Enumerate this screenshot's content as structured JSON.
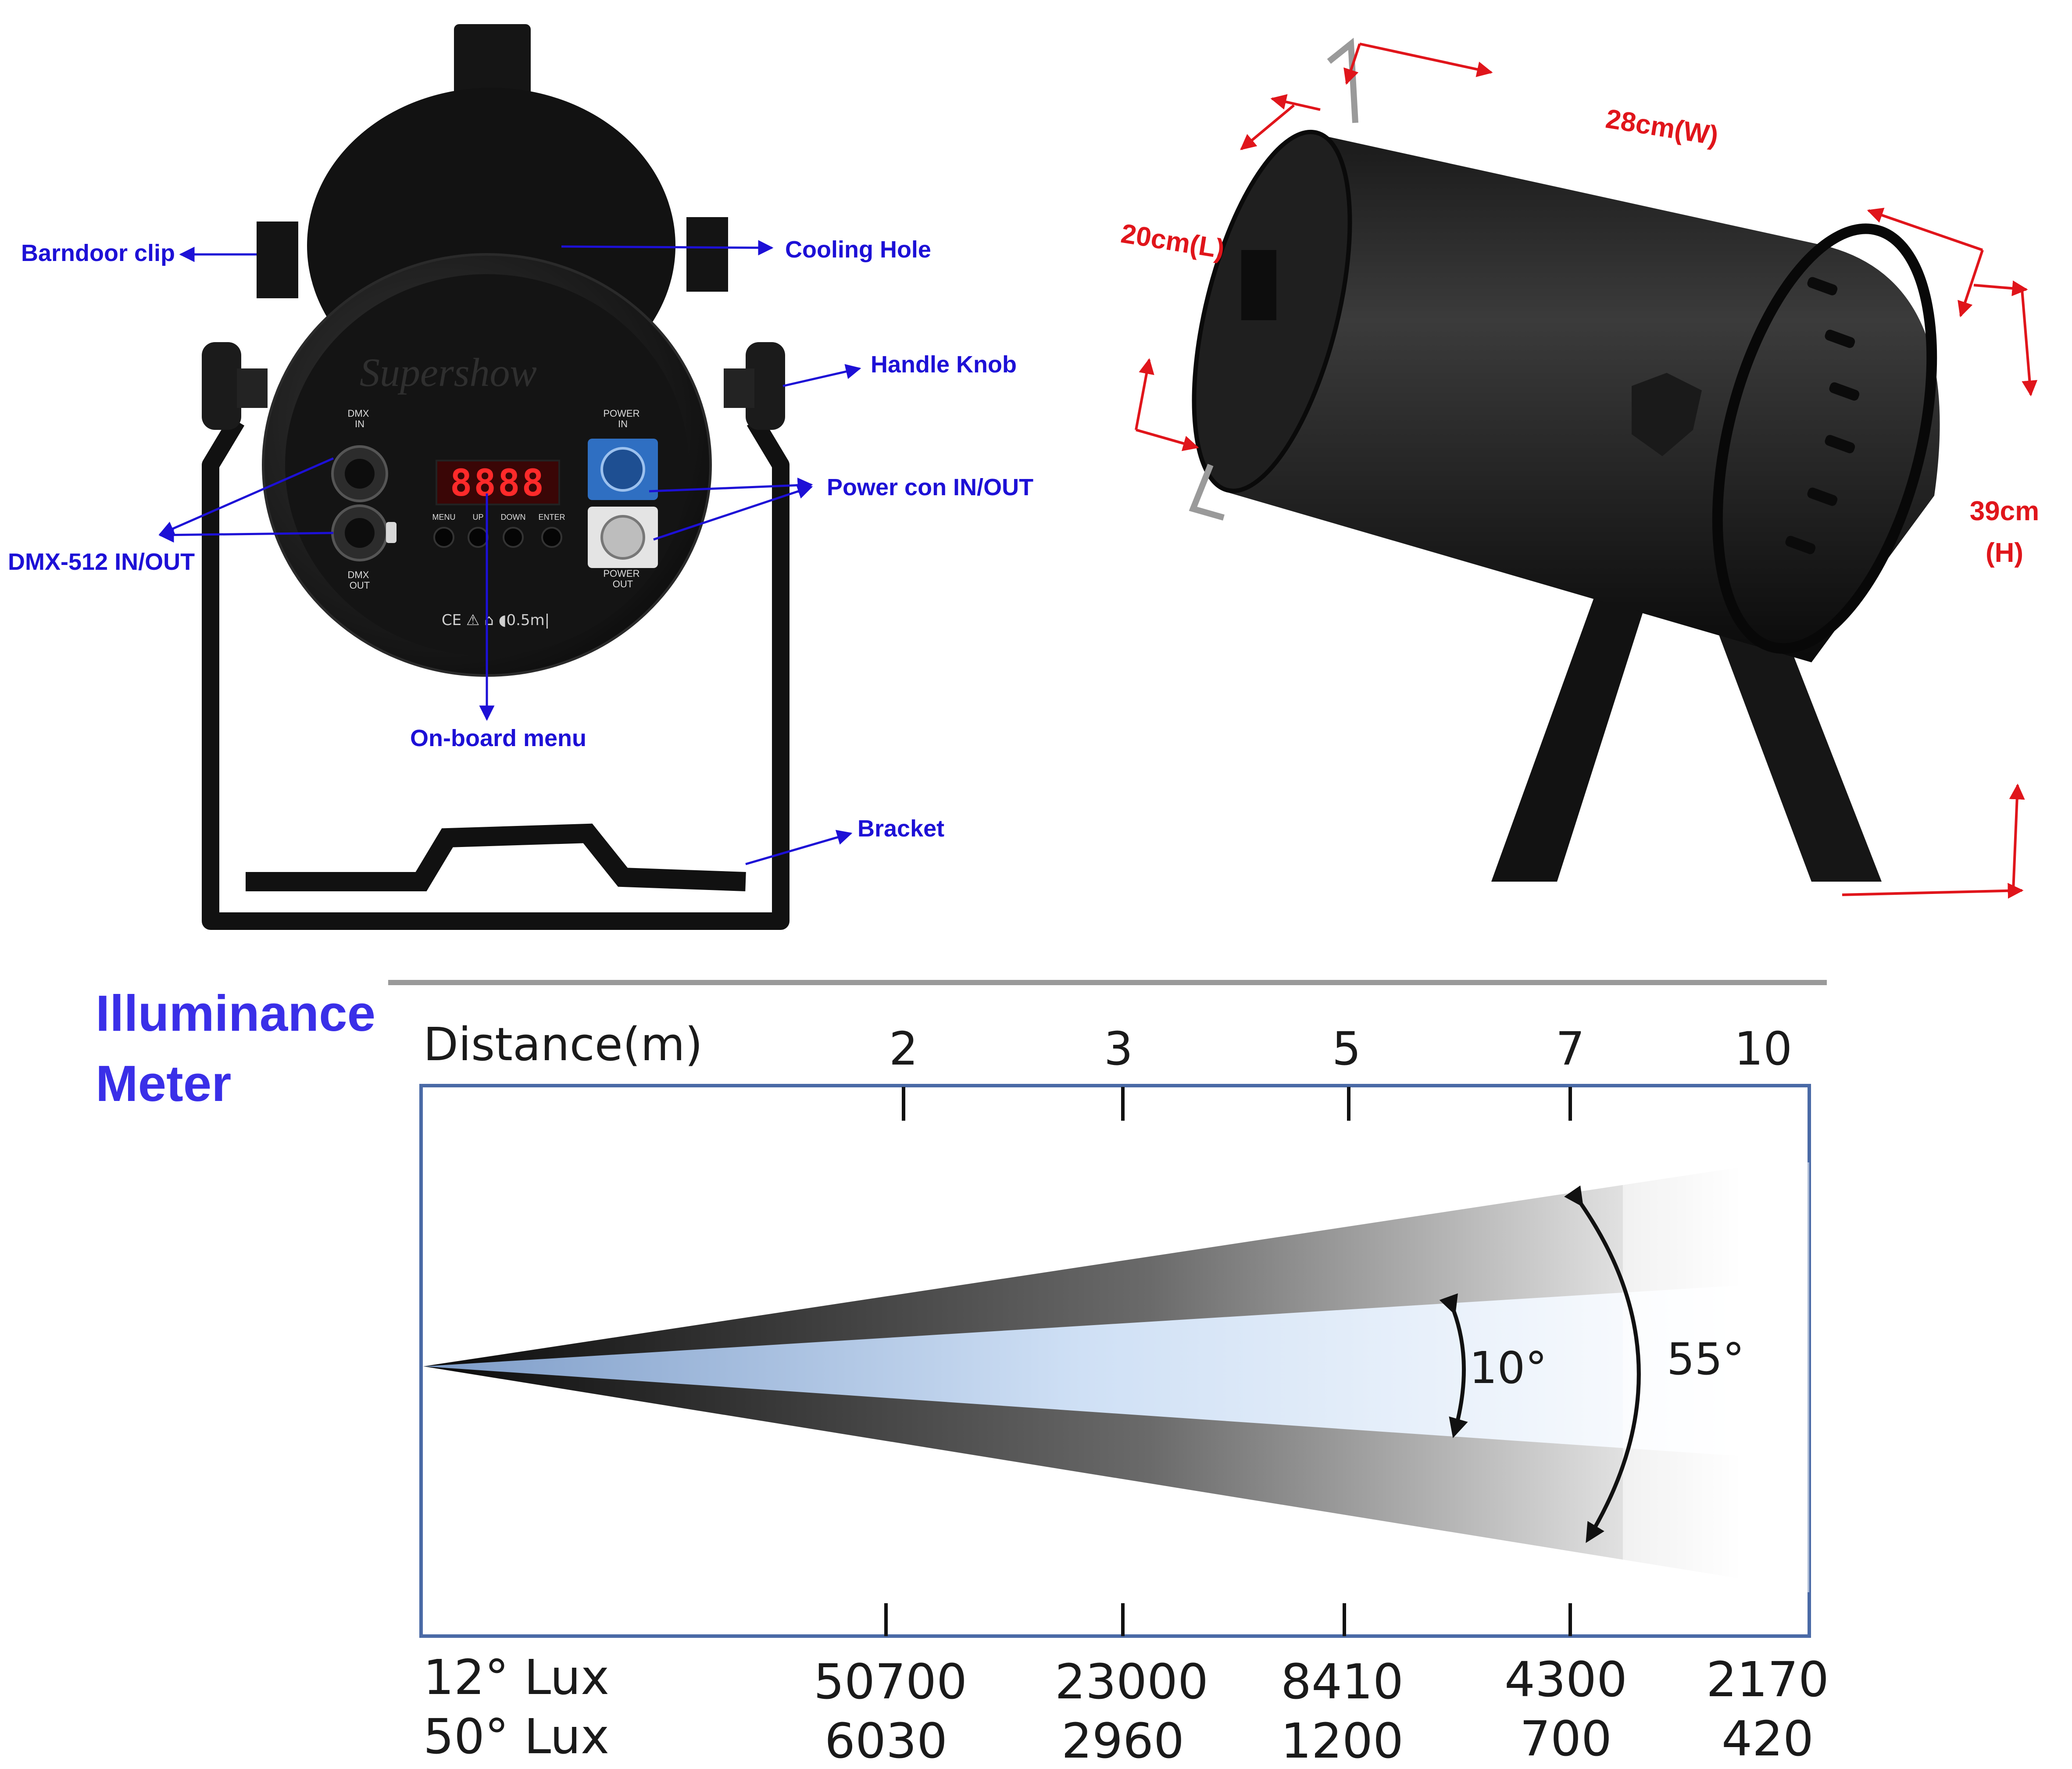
{
  "colors": {
    "callout": "#1d10d6",
    "dimension": "#e0151b",
    "title": "#3a2fe8",
    "frame": "#4a6aa6"
  },
  "callouts": {
    "barndoor_clip": "Barndoor clip",
    "cooling_hole": "Cooling Hole",
    "handle_knob": "Handle Knob",
    "power_con": "Power con IN/OUT",
    "dmx": "DMX-512 IN/OUT",
    "onboard_menu": "On-board menu",
    "bracket": "Bracket"
  },
  "fixture": {
    "brand": "Supershow",
    "display": "8888",
    "dmx_in": [
      "DMX",
      "IN"
    ],
    "dmx_out": [
      "DMX",
      "OUT"
    ],
    "power_in": [
      "POWER",
      "IN"
    ],
    "power_out": [
      "POWER",
      "OUT"
    ],
    "buttons": [
      "MENU",
      "UP",
      "DOWN",
      "ENTER"
    ],
    "marks": "CE ⚠ ⌂ ◖0.5m|"
  },
  "dimensions": {
    "width": "28cm(W)",
    "length": "20cm(L)",
    "height_line1": "39cm",
    "height_line2": "(H)"
  },
  "illuminance": {
    "title_line1": "Illuminance",
    "title_line2": "Meter",
    "distance_label": "Distance(m)",
    "distances": [
      "2",
      "3",
      "5",
      "7",
      "10"
    ],
    "narrow_angle": "10°",
    "wide_angle": "55°",
    "row1_label": "12° Lux",
    "row1_values": [
      "50700",
      "23000",
      "8410",
      "4300",
      "2170"
    ],
    "row2_label": "50° Lux",
    "row2_values": [
      "6030",
      "2960",
      "1200",
      "700",
      "420"
    ]
  }
}
